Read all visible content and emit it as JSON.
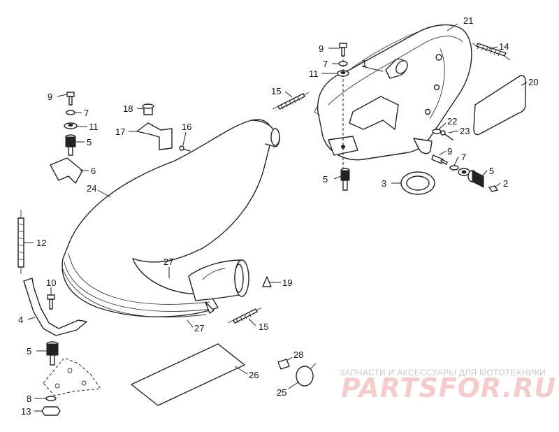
{
  "callouts": [
    {
      "id": "c21",
      "label": "21"
    },
    {
      "id": "c9a",
      "label": "9"
    },
    {
      "id": "c7a",
      "label": "7"
    },
    {
      "id": "c11a",
      "label": "11"
    },
    {
      "id": "c1",
      "label": "1"
    },
    {
      "id": "c14",
      "label": "14"
    },
    {
      "id": "c20",
      "label": "20"
    },
    {
      "id": "c15a",
      "label": "15"
    },
    {
      "id": "c9b",
      "label": "9"
    },
    {
      "id": "c7b",
      "label": "7"
    },
    {
      "id": "c18",
      "label": "18"
    },
    {
      "id": "c11b",
      "label": "11"
    },
    {
      "id": "c16",
      "label": "16"
    },
    {
      "id": "c17",
      "label": "17"
    },
    {
      "id": "c5a",
      "label": "5"
    },
    {
      "id": "c22",
      "label": "22"
    },
    {
      "id": "c23",
      "label": "23"
    },
    {
      "id": "c9c",
      "label": "9"
    },
    {
      "id": "c7c",
      "label": "7"
    },
    {
      "id": "c6",
      "label": "6"
    },
    {
      "id": "c5b",
      "label": "5"
    },
    {
      "id": "c5c",
      "label": "5"
    },
    {
      "id": "c3",
      "label": "3"
    },
    {
      "id": "c2",
      "label": "2"
    },
    {
      "id": "c24",
      "label": "24"
    },
    {
      "id": "c12",
      "label": "12"
    },
    {
      "id": "c27a",
      "label": "27"
    },
    {
      "id": "c19",
      "label": "19"
    },
    {
      "id": "c10",
      "label": "10"
    },
    {
      "id": "c4",
      "label": "4"
    },
    {
      "id": "c27b",
      "label": "27"
    },
    {
      "id": "c15b",
      "label": "15"
    },
    {
      "id": "c5d",
      "label": "5"
    },
    {
      "id": "c28",
      "label": "28"
    },
    {
      "id": "c26",
      "label": "26"
    },
    {
      "id": "c25",
      "label": "25"
    },
    {
      "id": "c8",
      "label": "8"
    },
    {
      "id": "c13",
      "label": "13"
    }
  ],
  "watermark": {
    "tagline": "ЗАПЧАСТИ И АКСЕССУАРЫ ДЛЯ МОТОТЕХНИКИ",
    "logo": "PARTSFOR.RU"
  }
}
